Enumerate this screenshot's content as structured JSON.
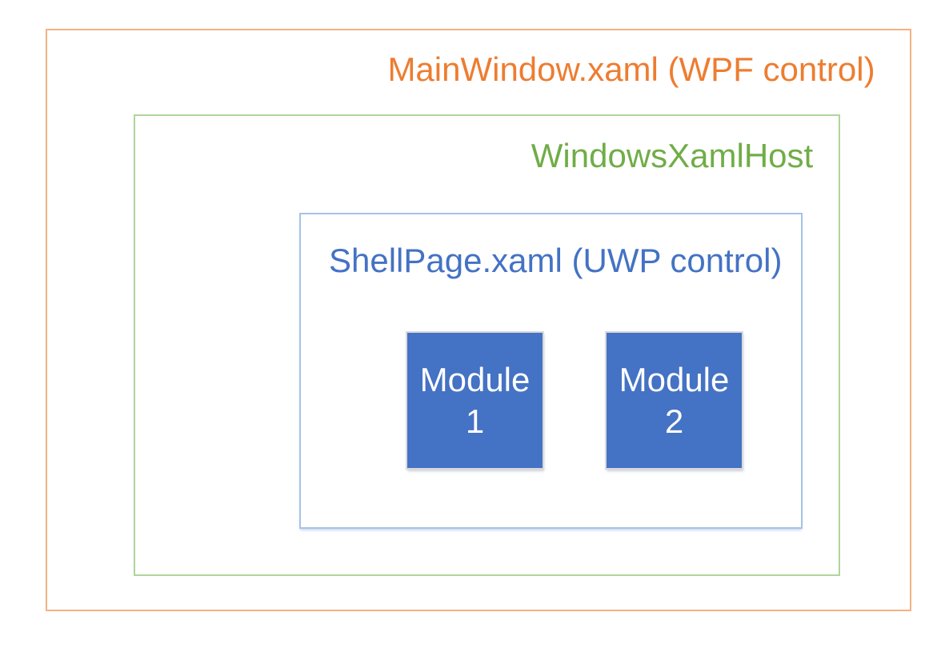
{
  "diagram": {
    "background_color": "#FFFFFF",
    "boxes": {
      "mainwindow": {
        "label": "MainWindow.xaml (WPF control)",
        "text_color": "#ED7D31",
        "border_color": "#F5B183"
      },
      "xamlhost": {
        "label": "WindowsXamlHost",
        "text_color": "#70AD47",
        "border_color": "#AFD59B"
      },
      "shellpage": {
        "label": "ShellPage.xaml (UWP control)",
        "text_color": "#4472C4",
        "border_color": "#A8C2E8"
      },
      "modules": [
        {
          "label_line1": "Module",
          "label_line2": "1",
          "fill_color": "#4472C4",
          "border_color": "#D9D9DC",
          "text_color": "#FFFFFF"
        },
        {
          "label_line1": "Module",
          "label_line2": "2",
          "fill_color": "#4472C4",
          "border_color": "#D9D9DC",
          "text_color": "#FFFFFF"
        }
      ]
    }
  }
}
